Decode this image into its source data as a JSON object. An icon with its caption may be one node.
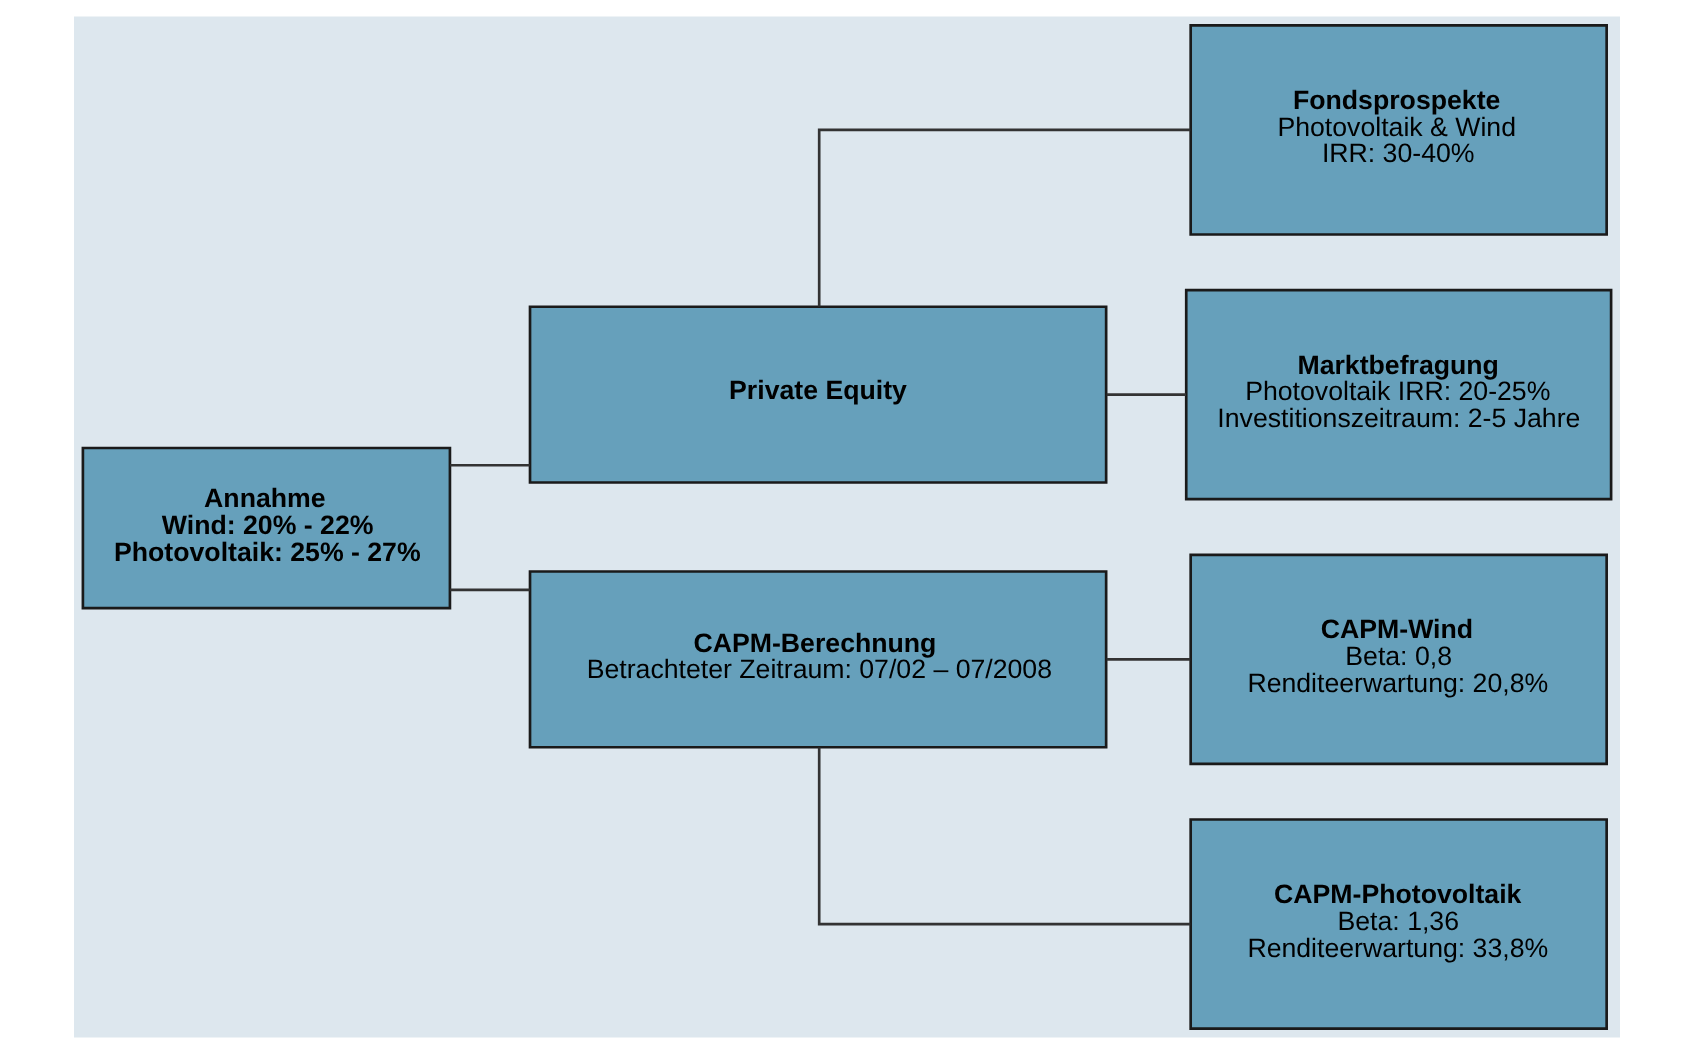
{
  "diagram": {
    "nodes": [
      {
        "text": [
          "Annahme",
          "Wind: 20% - 22%",
          "Photovoltaik: 25% - 27%"
        ]
      },
      {
        "text": [
          "Private Equity"
        ]
      },
      {
        "text": [
          "CAPM-Berechnung",
          "Betrachteter Zeitraum: 07/02 – 07/2008"
        ]
      },
      {
        "text": [
          "Fondsprospekte",
          "Photovoltaik & Wind",
          "IRR: 30-40%"
        ]
      },
      {
        "text": [
          "Marktbefragung",
          "Photovoltaik IRR: 20-25%",
          "Investitionszeitraum: 2-5 Jahre"
        ]
      },
      {
        "text": [
          "CAPM-Wind",
          "Beta: 0,8",
          "Renditeerwartung: 20,8%"
        ]
      },
      {
        "text": [
          "CAPM-Photovoltaik",
          "Beta: 1,36",
          "Renditeerwartung: 33,8%"
        ]
      }
    ],
    "edges": [
      {
        "from": 0,
        "to": 1,
        "arrow": "none"
      },
      {
        "from": 0,
        "to": 2,
        "arrow": "none"
      },
      {
        "from": 1,
        "to": 3,
        "arrow": "none"
      },
      {
        "from": 1,
        "to": 4,
        "arrow": "none"
      },
      {
        "from": 2,
        "to": 5,
        "arrow": "none"
      },
      {
        "from": 2,
        "to": 6,
        "arrow": "none"
      }
    ]
  }
}
